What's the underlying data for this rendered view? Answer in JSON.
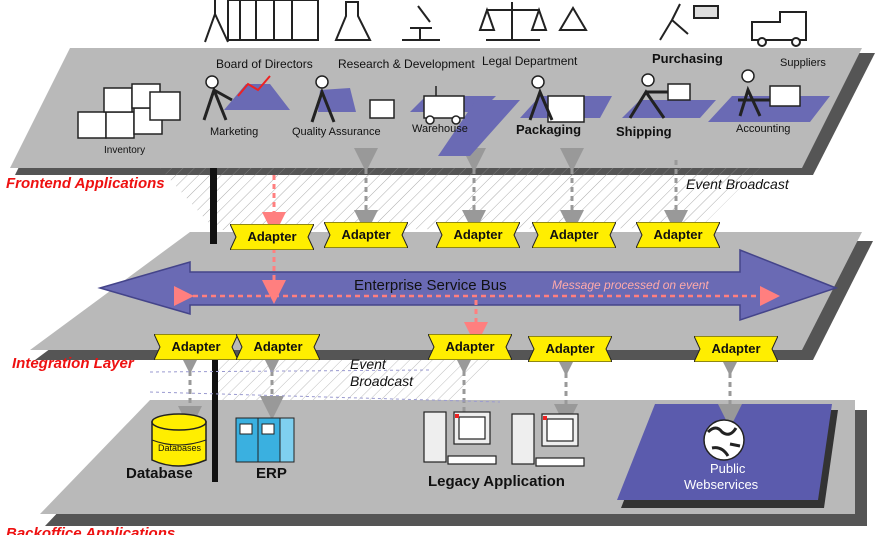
{
  "layers": {
    "frontend": "Frontend Applications",
    "integration": "Integration Layer",
    "backoffice": "Backoffice Applications"
  },
  "top_labels": {
    "board": "Board of Directors",
    "research": "Research & Development",
    "legal": "Legal Department",
    "purchasing": "Purchasing",
    "suppliers": "Suppliers",
    "inventory": "Inventory",
    "marketing": "Marketing",
    "quality": "Quality Assurance",
    "warehouse": "Warehouse",
    "packaging": "Packaging",
    "shipping": "Shipping",
    "accounting": "Accounting"
  },
  "event_broadcast_top": "Event Broadcast",
  "event_broadcast_bottom_1": "Event",
  "event_broadcast_bottom_2": "Broadcast",
  "adapter_label": "Adapter",
  "bus": {
    "label": "Enterprise Service Bus",
    "message": "Message processed on event"
  },
  "bottom_labels": {
    "databases_icon": "Databases",
    "database": "Database",
    "erp": "ERP",
    "legacy": "Legacy Application",
    "public_1": "Public",
    "public_2": "Webservices"
  },
  "colors": {
    "platform": "#b9b9b9",
    "bus": "#6a6ab4",
    "adapter": "#ffee00",
    "layer_label": "#ee1111",
    "dashed_arrow": "#999999",
    "red_arrow": "#ff7f7f",
    "webservices": "#5b5bad"
  }
}
